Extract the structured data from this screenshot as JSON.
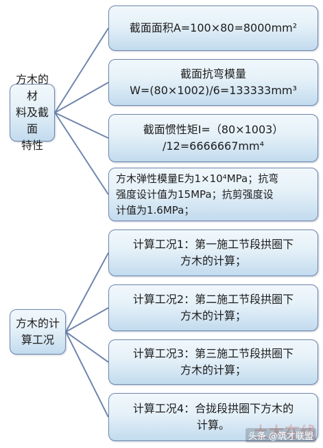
{
  "diagram": {
    "groups": [
      {
        "root": "方木的材\n料及截面\n特性",
        "children": [
          "截面面积A=100×80=8000mm²",
          "截面抗弯模量\nW=(80×1002)/6=133333mm³",
          "截面惯性矩I=（80×1003）\n/12=6666667mm⁴",
          "方木弹性模量E为1×10⁴MPa；抗弯\n强度设计值为15MPa；抗剪强度设\n计值为1.6MPa；"
        ]
      },
      {
        "root": "方木的计\n算工况",
        "children": [
          "计算工况1：第一施工节段拱圈下\n方木的计算；",
          "计算工况2：第二施工节段拱圈下\n方木的计算；",
          "计算工况3：第三施工节段拱圈下\n方木的计算；",
          "计算工况4：合拢段拱圈下方木的\n计算。"
        ]
      }
    ]
  },
  "watermark": {
    "logo_text": "土木在线",
    "caption": "头条 @筑才联盟"
  },
  "colors": {
    "line": "#6f85ad",
    "border": "#6f85ad",
    "fill_top": "#f1f8fc",
    "fill_bottom": "#c2dbee"
  }
}
